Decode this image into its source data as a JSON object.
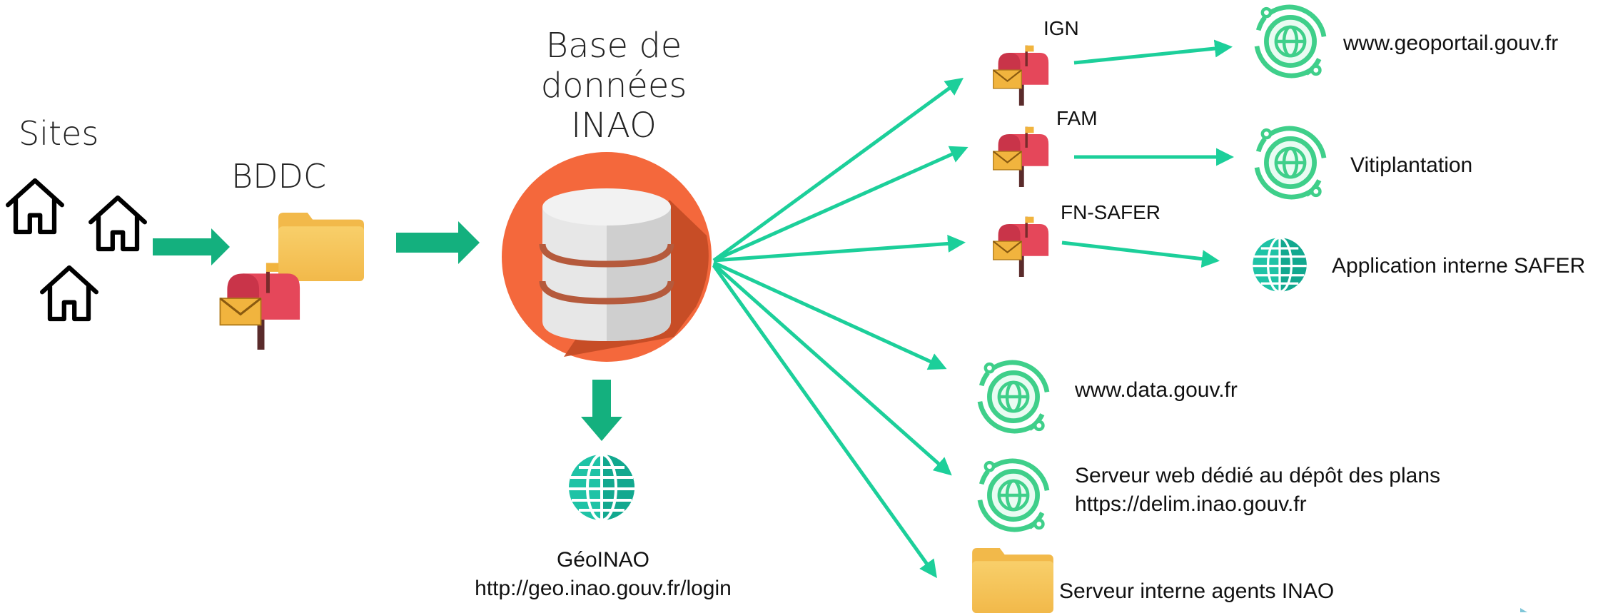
{
  "left": {
    "sites_label": "Sites",
    "bddc_label": "BDDC"
  },
  "center": {
    "db_title_lines": [
      "Base de",
      "données",
      "INAO"
    ],
    "geoinao_name": "GéoINAO",
    "geoinao_url": "http://geo.inao.gouv.fr/login"
  },
  "targets": {
    "ign_label": "IGN",
    "fam_label": "FAM",
    "fnsafer_label": "FN-SAFER",
    "geoportail": "www.geoportail.gouv.fr",
    "vitiplantation": "Vitiplantation",
    "safer_app": "Application interne SAFER",
    "datagouv": "www.data.gouv.fr",
    "delim_title": "Serveur  web dédié au dépôt des plans",
    "delim_url": "https://delim.inao.gouv.fr",
    "internal_server": "Serveur interne agents INAO"
  },
  "colors": {
    "arrow_teal": "#1ccf9a",
    "block_arrow": "#14b07e",
    "db_orange": "#f4683c",
    "db_shadow": "#c24a24",
    "mailbox_red": "#e5475a",
    "envelope": "#f1b43e",
    "folder": "#f6c55b",
    "globe_teal": "#1fc3a6",
    "web_ring": "#3fcf8a"
  },
  "icons": [
    "house-icon",
    "mailbox-icon",
    "folder-icon",
    "database-icon",
    "globe-icon",
    "web-globe-icon"
  ]
}
